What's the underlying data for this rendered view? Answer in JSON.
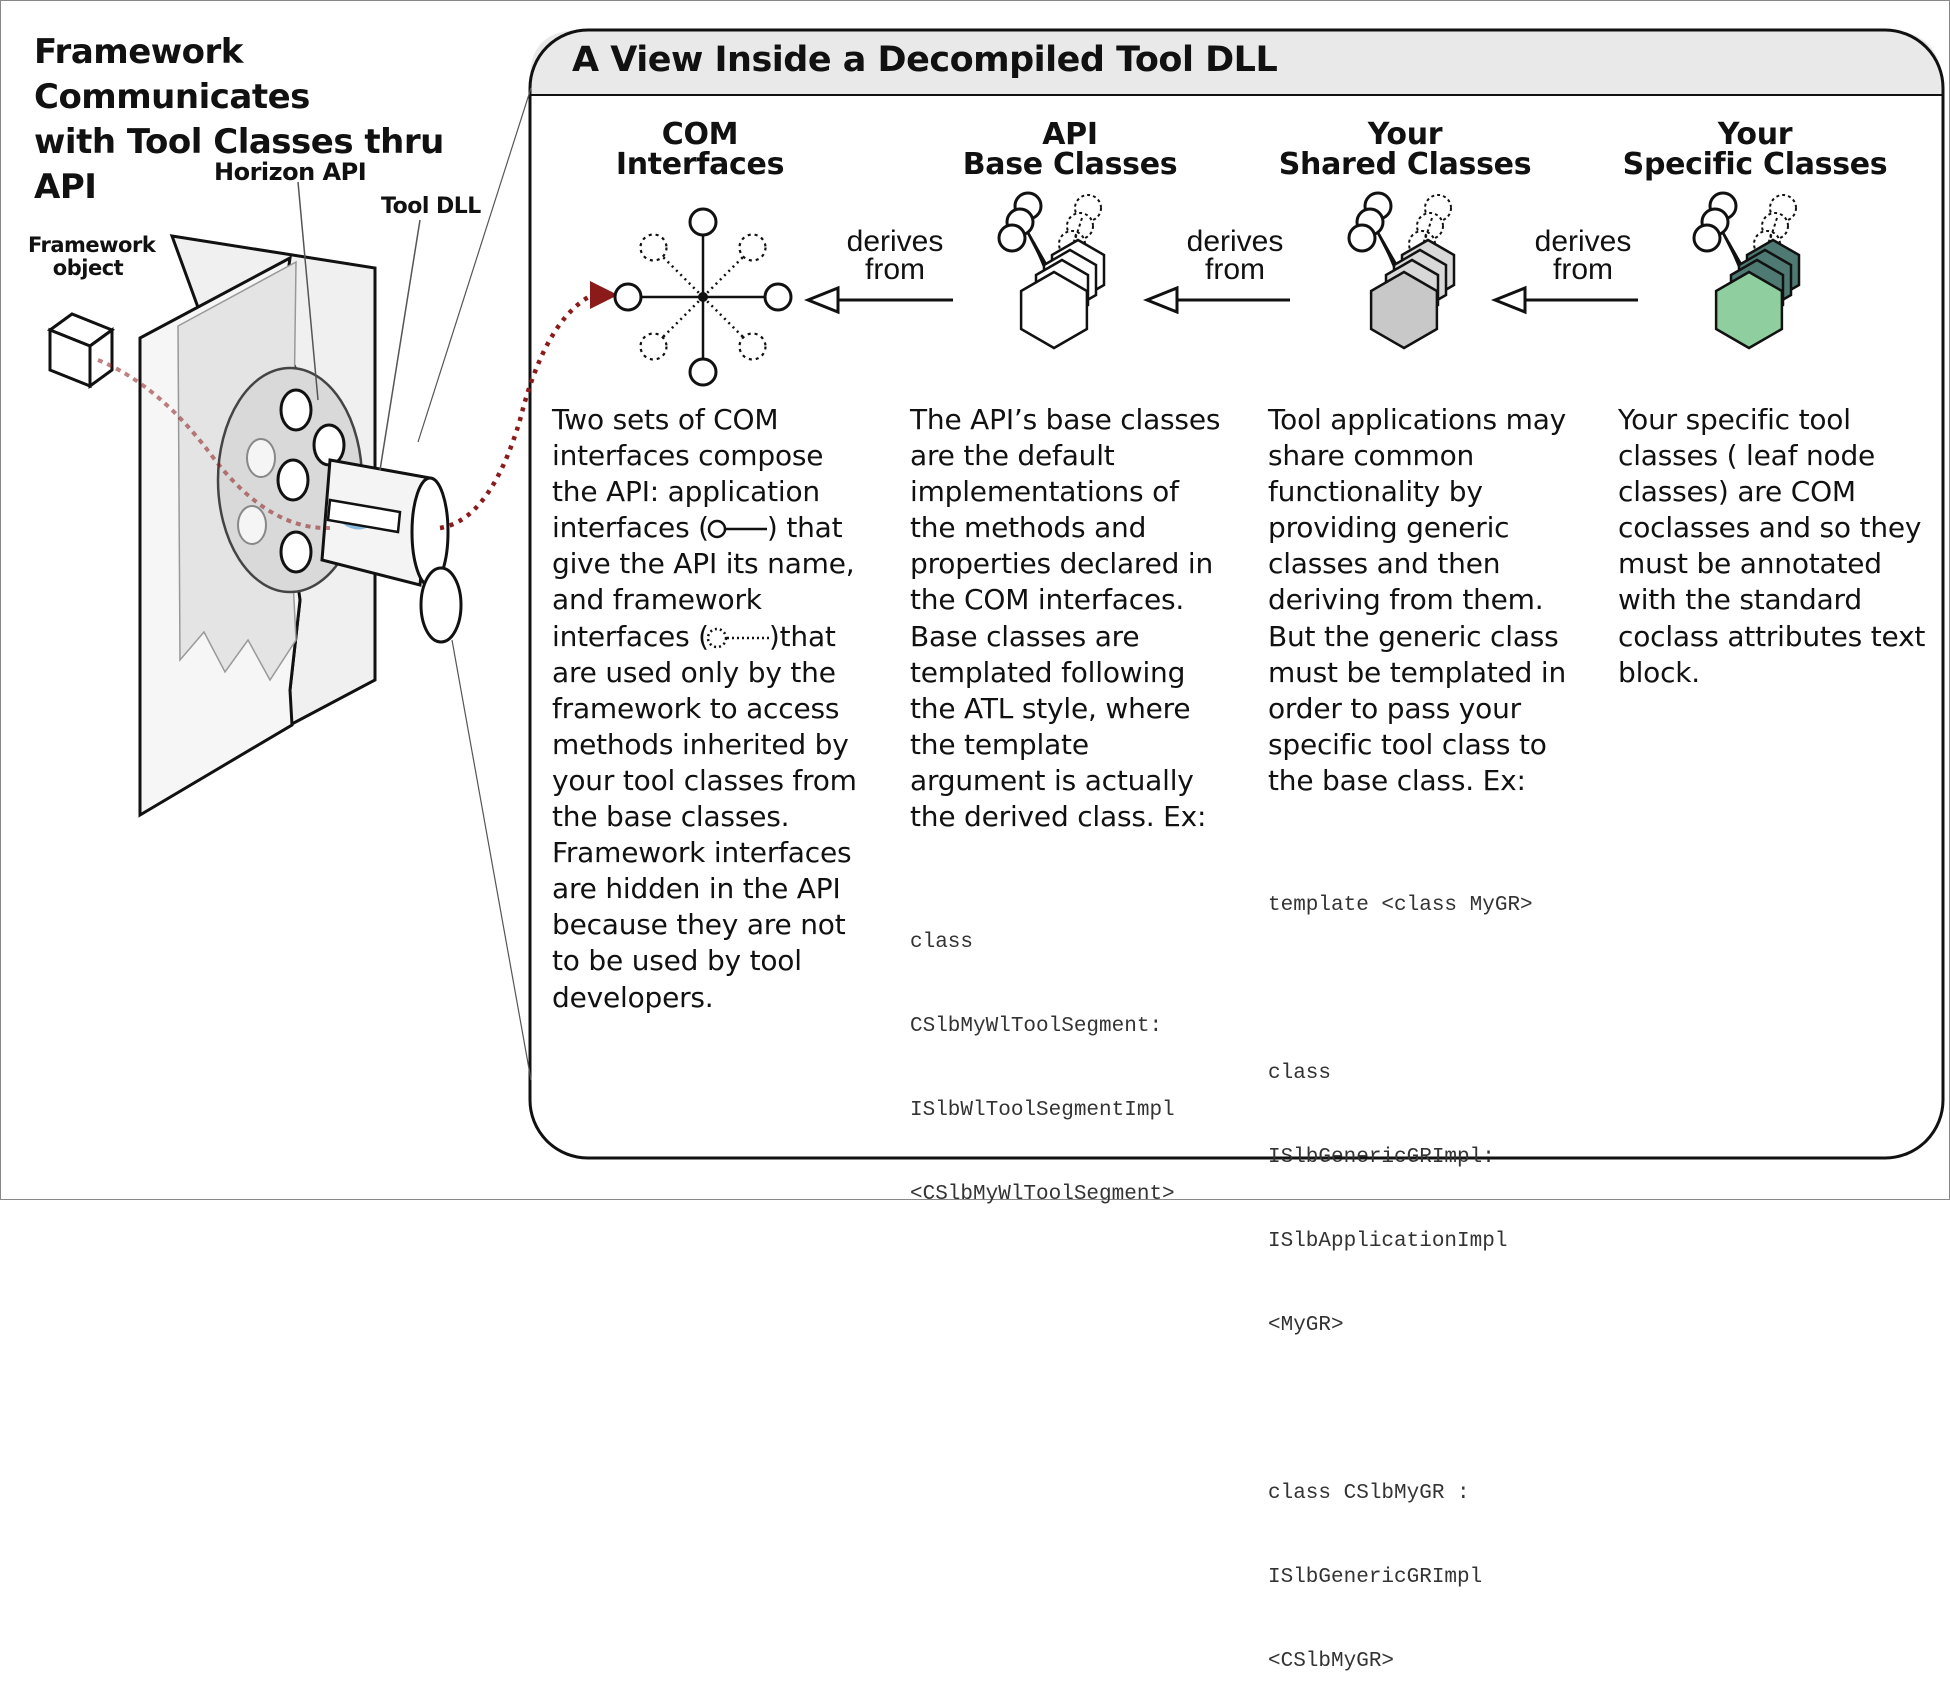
{
  "left_panel": {
    "title_lines": [
      "Framework Communicates",
      "with Tool Classes thru API"
    ],
    "labels": {
      "horizon_api": "Horizon API",
      "tool_dll": "Tool DLL",
      "framework_object_lines": [
        "Framework",
        "object"
      ]
    }
  },
  "right_panel": {
    "title": "A View Inside a Decompiled Tool DLL",
    "columns": [
      {
        "heading_lines": [
          "COM",
          "Interfaces"
        ],
        "body_lines": [
          "Two sets of COM",
          "interfaces compose",
          "the API: application",
          "interfaces (",
          ") that",
          "give the API its name,",
          "and framework",
          "interfaces (",
          ")that",
          "are used only by the",
          "framework to access",
          "methods inherited by",
          "your tool classes from",
          "the base classes.",
          "Framework interfaces",
          "are hidden in the API",
          "because they are not",
          "to be used by tool",
          "developers."
        ]
      },
      {
        "heading_lines": [
          "API",
          "Base Classes"
        ],
        "body_lines": [
          "The API’s base classes",
          "are the default",
          "implementations of",
          "the methods and",
          "properties declared in",
          "the COM interfaces.",
          "Base classes are",
          "templated following",
          "the ATL style, where",
          "the template",
          "argument is actually",
          "the derived class. Ex:"
        ],
        "code_lines": [
          "class",
          "CSlbMyWlToolSegment:",
          "ISlbWlToolSegmentImpl",
          "<CSlbMyWlToolSegment>"
        ]
      },
      {
        "heading_lines": [
          "Your",
          "Shared Classes"
        ],
        "body_lines": [
          "Tool applications may",
          "share common",
          "functionality by",
          "providing generic",
          "classes and then",
          "deriving from them.",
          "But the generic class",
          "must be templated in",
          "order to pass your",
          "specific tool class to",
          "the base class. Ex:"
        ],
        "code_lines": [
          "template <class MyGR>",
          "",
          "class",
          "ISlbGenericGRImpl:",
          "ISlbApplicationImpl",
          "<MyGR>",
          "",
          "class CSlbMyGR :",
          "ISlbGenericGRImpl",
          "<CSlbMyGR>"
        ]
      },
      {
        "heading_lines": [
          "Your",
          "Specific Classes"
        ],
        "body_lines": [
          "Your specific tool",
          "classes ( leaf node",
          "classes) are COM",
          "coclasses and so they",
          "must be annotated",
          "with the standard",
          "coclass attributes text",
          "block."
        ]
      }
    ],
    "arrows": [
      {
        "label_lines": [
          "derives",
          "from"
        ]
      },
      {
        "label_lines": [
          "derives",
          "from"
        ]
      },
      {
        "label_lines": [
          "derives",
          "from"
        ]
      }
    ]
  },
  "colors": {
    "line": "#111111",
    "link_dotted": "#8b1a1a",
    "shared_fill": "#c8c8c8",
    "specific_fill": "#8fcf9f",
    "specific_back_fill": "#4f7a74",
    "tube_blue": "#5a9fd4"
  }
}
